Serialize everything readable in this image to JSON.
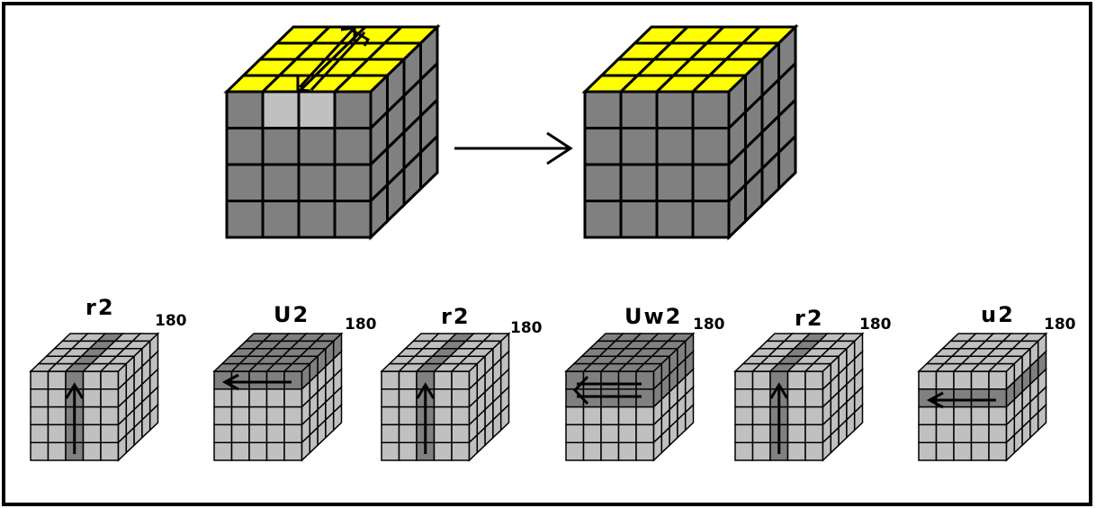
{
  "colors": {
    "yellow": "#ffff00",
    "dark_gray": "#808080",
    "light_gray": "#c0c0c0",
    "outline": "#000000",
    "frame": "#000000",
    "background": "#ffffff"
  },
  "top_sequence": {
    "before": {
      "top_face": "yellow-4x4",
      "front_face": "gray-4x4",
      "highlighted_front_cells": 2,
      "swap_arrow_icon": "double-arrow-icon"
    },
    "transition_icon": "right-arrow-icon",
    "after": {
      "top_face": "yellow-4x4",
      "front_face": "gray-4x4"
    }
  },
  "moves": [
    {
      "label": "r2",
      "angle": "180",
      "arrow": "up-arrow-icon",
      "highlight": "column"
    },
    {
      "label": "U2",
      "angle": "180",
      "arrow": "left-arrow-icon",
      "highlight": "top-layer"
    },
    {
      "label": "r2",
      "angle": "180",
      "arrow": "up-arrow-icon",
      "highlight": "column"
    },
    {
      "label": "Uw2",
      "angle": "180",
      "arrow": "double-left-arrow-icon",
      "highlight": "top-two-layers"
    },
    {
      "label": "r2",
      "angle": "180",
      "arrow": "up-arrow-icon",
      "highlight": "column"
    },
    {
      "label": "u2",
      "angle": "180",
      "arrow": "left-arrow-icon",
      "highlight": "second-layer"
    }
  ]
}
